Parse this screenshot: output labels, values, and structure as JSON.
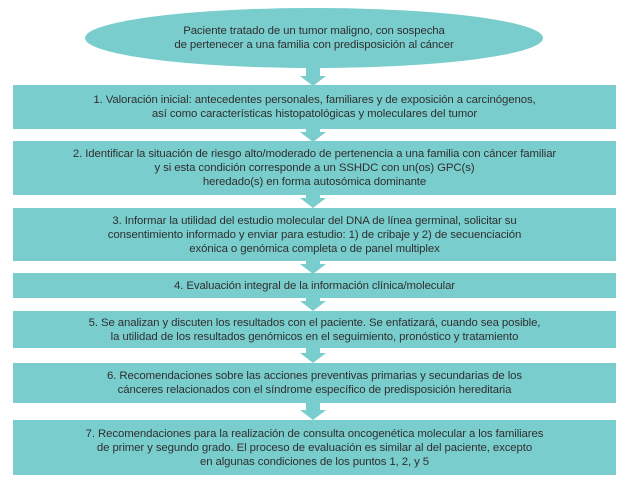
{
  "diagram": {
    "type": "flowchart",
    "fill_color": "#7acdcd",
    "text_color": "#2f2f2f",
    "start_node": {
      "shape": "ellipse",
      "text": "Paciente tratado de un tumor maligno, con sospecha\nde pertenecer a una familia con predisposición al  cáncer"
    },
    "steps": [
      {
        "label": "1. Valoración inicial: antecedentes personales, familiares y de exposición a carcinógenos,\nasí como características histopatológicas y moleculares del tumor"
      },
      {
        "label": "2. Identificar la situación de riesgo alto/moderado de pertenencia a una familia con cáncer familiar\ny si esta condición corresponde a un SSHDC con un(os) GPC(s)\nheredado(s) en forma autosómica dominante"
      },
      {
        "label": "3. Informar la utilidad del estudio molecular del DNA de línea germinal, solicitar su\nconsentimiento informado y enviar para estudio: 1) de cribaje y 2) de secuenciación\nexónica o genómica completa o de panel multiplex"
      },
      {
        "label": "4. Evaluación integral de la información clínica/molecular"
      },
      {
        "label": "5. Se analizan y discuten los resultados con el paciente. Se enfatizará, cuando sea posible,\nla utilidad de los resultados genómicos en el seguimiento, pronóstico y tratamiento"
      },
      {
        "label": "6. Recomendaciones sobre las acciones preventivas primarias y secundarias de los\ncánceres relacionados con el síndrome específico de predisposición hereditaria"
      },
      {
        "label": "7. Recomendaciones para la realización de consulta oncogenética molecular a los familiares\nde primer y segundo grado. El proceso de evaluación es similar al del paciente, excepto\nen algunas condiciones de los puntos 1, 2, y 5"
      }
    ],
    "connectors": [
      {
        "from": "start",
        "to": "step-1",
        "icon": "arrow-down-icon"
      },
      {
        "from": "step-1",
        "to": "step-2",
        "icon": "arrow-down-icon"
      },
      {
        "from": "step-2",
        "to": "step-3",
        "icon": "arrow-down-icon"
      },
      {
        "from": "step-3",
        "to": "step-4",
        "icon": "arrow-down-icon"
      },
      {
        "from": "step-4",
        "to": "step-5",
        "icon": "arrow-down-icon"
      },
      {
        "from": "step-5",
        "to": "step-6",
        "icon": "arrow-down-icon"
      },
      {
        "from": "step-6",
        "to": "step-7",
        "icon": "arrow-down-icon"
      }
    ]
  }
}
